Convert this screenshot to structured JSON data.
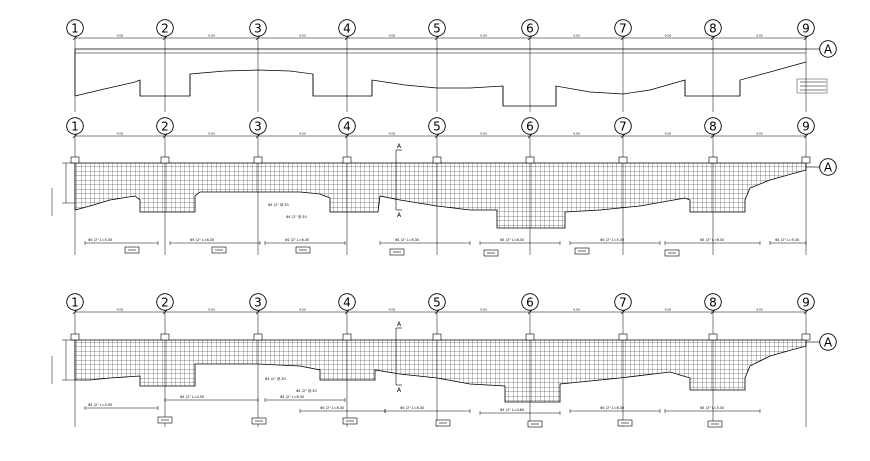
{
  "drawing": {
    "background": "#ffffff",
    "line_color": "#000000",
    "grid_axes": [
      "1",
      "2",
      "3",
      "4",
      "5",
      "6",
      "7",
      "8",
      "9"
    ],
    "row_axis": "A",
    "dimension_labels": [
      "9.00",
      "9.00",
      "9.00",
      "9.00",
      "9.00",
      "9.00",
      "9.00",
      "9.00"
    ],
    "section_mark": "A",
    "views": [
      {
        "name": "top-elevation",
        "notes": []
      },
      {
        "name": "middle-section",
        "notes": [
          {
            "text": "Φ1 /2\" L=5.30"
          },
          {
            "text": "Φ1 /2\" L=6.30"
          },
          {
            "text": "Φ1 /2\" L=6.30"
          },
          {
            "text": "Φ1 /2\" L=6.30"
          },
          {
            "text": "Φ1 /2\" L=6.30"
          },
          {
            "text": "Φ1 /2\" L=5.30"
          },
          {
            "text": "Φ1 /2\" L=6.30"
          },
          {
            "text": "Φ1 /2\" L=5.30"
          },
          {
            "text": "Φ1 /2\" @.30"
          },
          {
            "text": "Φ1 /2\" @.30"
          }
        ]
      },
      {
        "name": "bottom-section",
        "notes": [
          {
            "text": "Φ1 /2\" L=4.50"
          },
          {
            "text": "Φ1 /2\" L=4.50"
          },
          {
            "text": "Φ1 /2\" L=6.30"
          },
          {
            "text": "Φ1 /2\" L=6.30"
          },
          {
            "text": "Φ1 /2\" L=6.30"
          },
          {
            "text": "Φ1 /2\" L=4.80"
          },
          {
            "text": "Φ1 /2\" L=6.30"
          },
          {
            "text": "Φ1 /2\" L=5.30"
          },
          {
            "text": "Φ1 /2\" @.30"
          },
          {
            "text": "Φ1 /2\" @.30"
          }
        ]
      }
    ]
  }
}
